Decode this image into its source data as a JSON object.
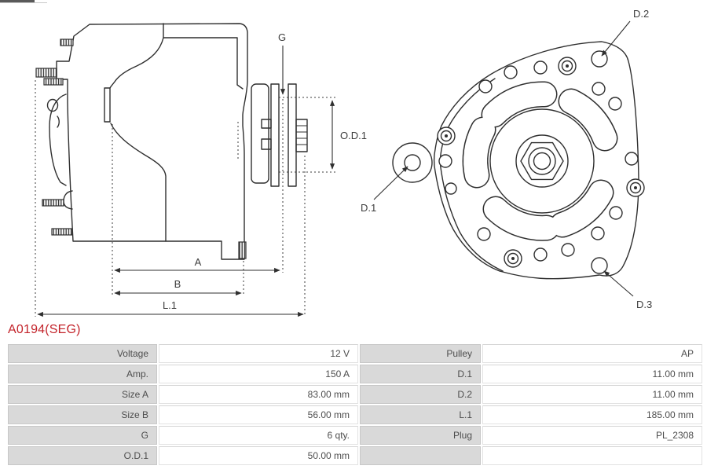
{
  "part": {
    "title": "A0194(SEG)",
    "title_color": "#c3242b"
  },
  "diagram": {
    "line_color": "#2f2f2f",
    "side_view": {
      "labels": {
        "g": "G",
        "od1": "O.D.1",
        "a": "A",
        "b": "B",
        "l1": "L.1"
      }
    },
    "front_view": {
      "labels": {
        "d1": "D.1",
        "d2": "D.2",
        "d3": "D.3"
      }
    }
  },
  "table": {
    "label_bg": "#d9d9d9",
    "value_bg": "#ffffff",
    "rows": [
      [
        "Voltage",
        "12 V",
        "Pulley",
        "AP"
      ],
      [
        "Amp.",
        "150 A",
        "D.1",
        "11.00 mm"
      ],
      [
        "Size A",
        "83.00 mm",
        "D.2",
        "11.00 mm"
      ],
      [
        "Size B",
        "56.00 mm",
        "L.1",
        "185.00 mm"
      ],
      [
        "G",
        "6 qty.",
        "Plug",
        "PL_2308"
      ],
      [
        "O.D.1",
        "50.00 mm",
        "",
        ""
      ]
    ]
  }
}
